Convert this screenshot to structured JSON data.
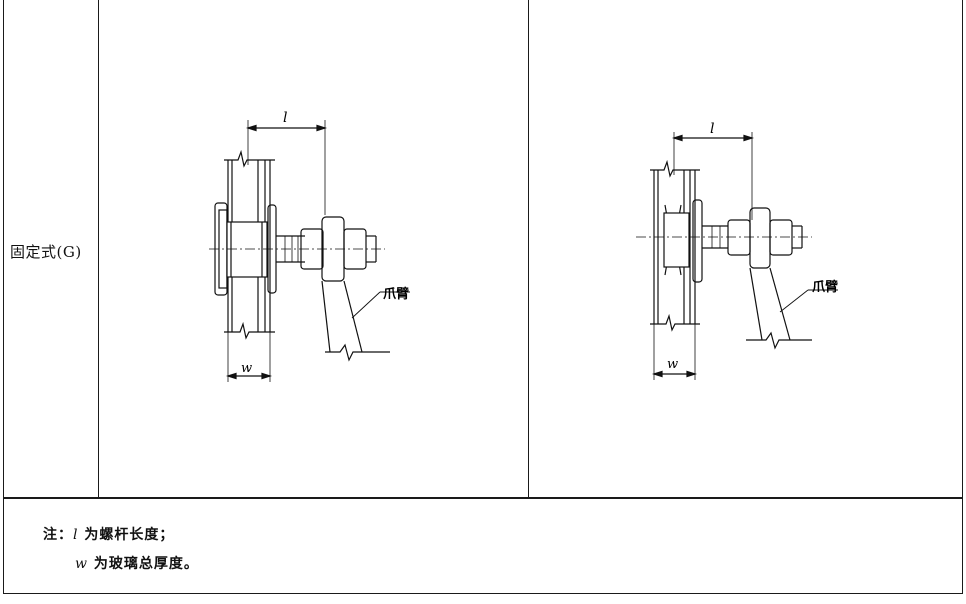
{
  "row_label": "固定式(G)",
  "figures": {
    "dim_length": "l",
    "dim_width": "w",
    "arm_label": "爪臂"
  },
  "note": {
    "prefix": "注：",
    "line1_symbol": "l",
    "line1_text": "为螺杆长度；",
    "line2_symbol": "w",
    "line2_text": "为玻璃总厚度。"
  }
}
